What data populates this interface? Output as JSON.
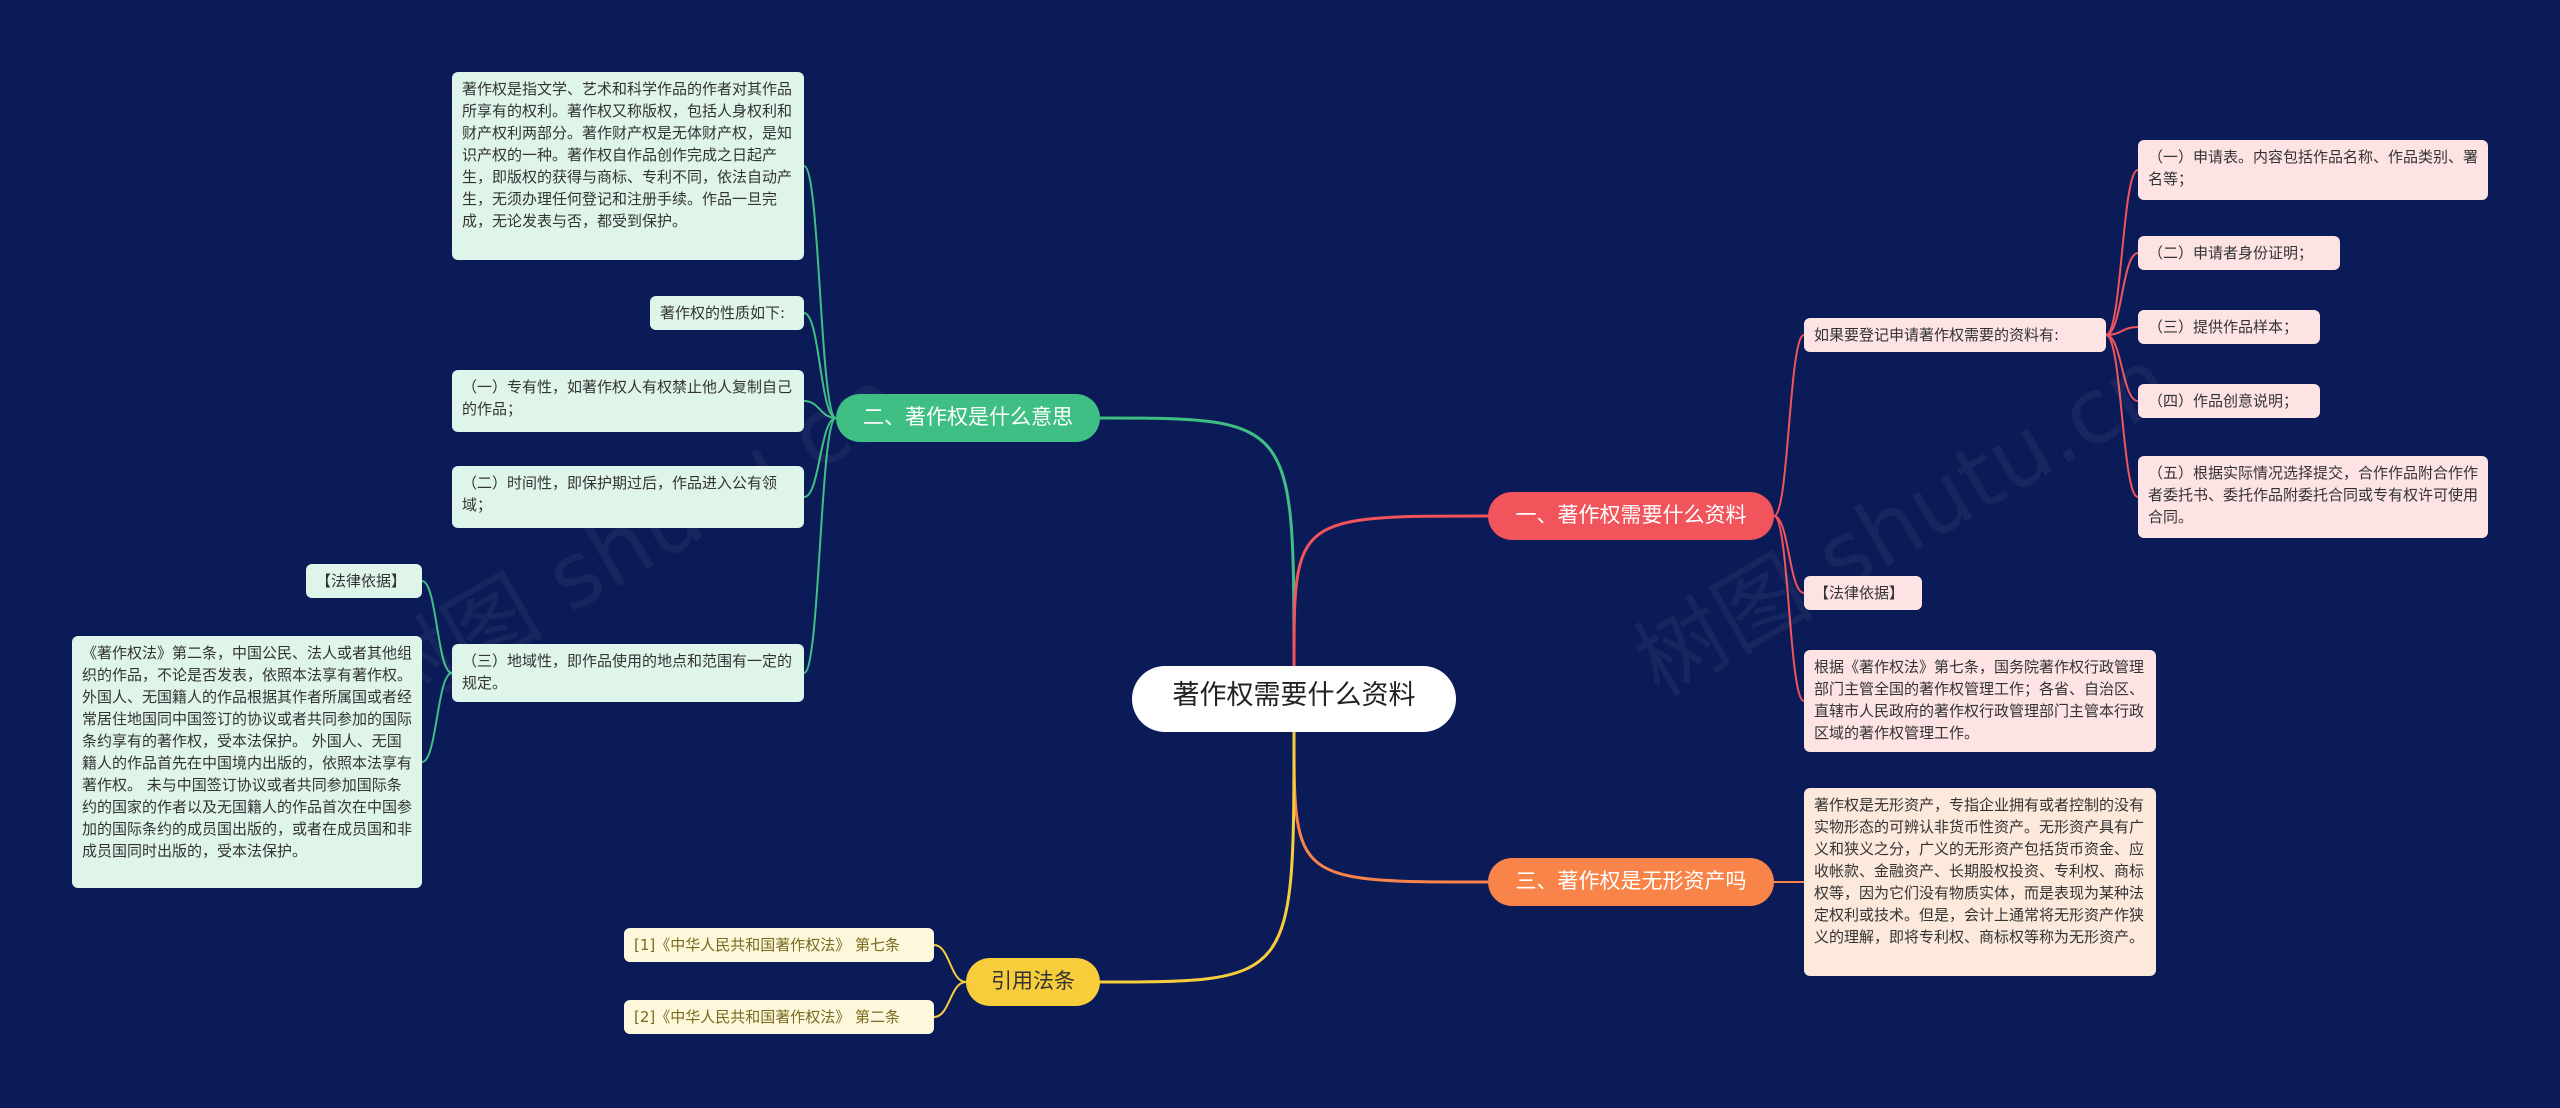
{
  "root": {
    "label": "著作权需要什么资料"
  },
  "branches": {
    "what_is": {
      "label": "二、著作权是什么意思",
      "items": [
        "著作权是指文学、艺术和科学作品的作者对其作品所享有的权利。著作权又称版权，包括人身权利和财产权利两部分。著作财产权是无体财产权，是知识产权的一种。著作权自作品创作完成之日起产生，即版权的获得与商标、专利不同，依法自动产生，无须办理任何登记和注册手续。作品一旦完成，无论发表与否，都受到保护。",
        "著作权的性质如下:",
        "（一）专有性，如著作权人有权禁止他人复制自己的作品；",
        "（二）时间性，即保护期过后，作品进入公有领域；",
        "（三）地域性，即作品使用的地点和范围有一定的规定。"
      ],
      "legal_basis_label": "【法律依据】",
      "legal_basis_text": "《著作权法》第二条，中国公民、法人或者其他组织的作品，不论是否发表，依照本法享有著作权。 外国人、无国籍人的作品根据其作者所属国或者经常居住地国同中国签订的协议或者共同参加的国际条约享有的著作权，受本法保护。 外国人、无国籍人的作品首先在中国境内出版的，依照本法享有著作权。 未与中国签订协议或者共同参加国际条约的国家的作者以及无国籍人的作品首次在中国参加的国际条约的成员国出版的，或者在成员国和非成员国同时出版的，受本法保护。"
    },
    "materials": {
      "label": "一、著作权需要什么资料",
      "intro": "如果要登记申请著作权需要的资料有:",
      "items": [
        "（一）申请表。内容包括作品名称、作品类别、署名等；",
        "（二）申请者身份证明；",
        "（三）提供作品样本；",
        "（四）作品创意说明；",
        "（五）根据实际情况选择提交，合作作品附合作作者委托书、委托作品附委托合同或专有权许可使用合同。"
      ],
      "legal_basis_label": "【法律依据】",
      "legal_basis_text": "根据《著作权法》第七条，国务院著作权行政管理部门主管全国的著作权管理工作；各省、自治区、直辖市人民政府的著作权行政管理部门主管本行政区域的著作权管理工作。"
    },
    "intangible": {
      "label": "三、著作权是无形资产吗",
      "text": "著作权是无形资产，专指企业拥有或者控制的没有实物形态的可辨认非货币性资产。无形资产具有广义和狭义之分，广义的无形资产包括货币资金、应收帐款、金融资产、长期股权投资、专利权、商标权等，因为它们没有物质实体，而是表现为某种法定权利或技术。但是，会计上通常将无形资产作狭义的理解，即将专利权、商标权等称为无形资产。"
    },
    "citations": {
      "label": "引用法条",
      "items": [
        "[1]《中华人民共和国著作权法》 第七条",
        "[2]《中华人民共和国著作权法》 第二条"
      ]
    }
  },
  "watermark": "树图 shutu.cn",
  "colors": {
    "background": "#0b1b57",
    "green": "#3fbf84",
    "red": "#f2545b",
    "orange": "#f9844a",
    "yellow": "#f7cd3b"
  }
}
